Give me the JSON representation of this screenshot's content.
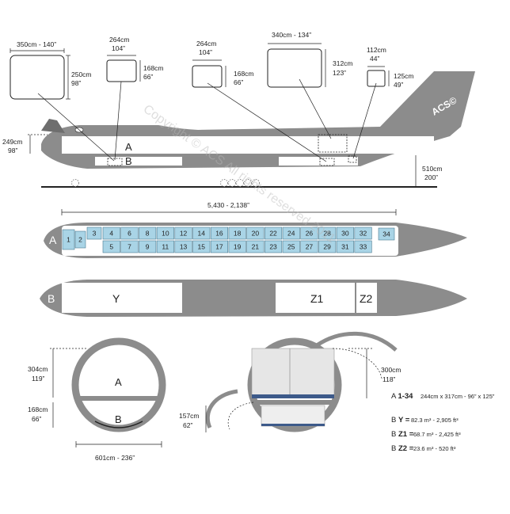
{
  "colors": {
    "fuselage": "#8c8c8c",
    "fuselage_dark": "#6e6e6e",
    "pallet": "#a9d4e6",
    "pallet_stroke": "#4a7a90",
    "line": "#222222",
    "floor": "#3d5a8a",
    "watermark": "#b8b8b8"
  },
  "watermark": "Copyright © ACS All rights reserved 2011",
  "logo": "ACS©",
  "doors": {
    "main_nose": {
      "dim_w": "350cm - 140”",
      "dim_h1": "250cm",
      "dim_h2": "98”"
    },
    "lower_fwd": {
      "dim_w1": "264cm",
      "dim_w2": "104”",
      "dim_h1": "168cm",
      "dim_h2": "66”"
    },
    "lower_aft": {
      "dim_w1": "264cm",
      "dim_w2": "104”",
      "dim_h1": "168cm",
      "dim_h2": "66”"
    },
    "side_cargo": {
      "dim_w": "340cm - 134”",
      "dim_h1": "312cm",
      "dim_h2": "123”"
    },
    "bulk": {
      "dim_w1": "112cm",
      "dim_w2": "44”",
      "dim_h1": "125cm",
      "dim_h2": "49”"
    }
  },
  "side_view": {
    "nose_sill_1": "249cm",
    "nose_sill_2": "98”",
    "deck_a": "A",
    "deck_b": "B",
    "height_1": "510cm",
    "height_2": "200”"
  },
  "main_deck": {
    "deck_label": "A",
    "length": "5,430 - 2,138”",
    "top_row": [
      "1",
      "2",
      "3",
      "4",
      "6",
      "8",
      "10",
      "12",
      "14",
      "16",
      "18",
      "20",
      "22",
      "24",
      "26",
      "28",
      "30",
      "32",
      "34"
    ],
    "bottom_row": [
      "5",
      "7",
      "9",
      "11",
      "13",
      "15",
      "17",
      "19",
      "21",
      "23",
      "25",
      "27",
      "29",
      "31",
      "33"
    ]
  },
  "lower_deck": {
    "deck_label": "B",
    "compartments": [
      "Y",
      "Z1",
      "Z2"
    ]
  },
  "cross_section_left": {
    "label_a": "A",
    "label_b": "B",
    "upper_h1": "304cm",
    "upper_h2": "119”",
    "lower_h1": "168cm",
    "lower_h2": "66”",
    "width": "601cm - 236”"
  },
  "cross_section_right": {
    "door_h1": "300cm",
    "door_h2": "118”",
    "lower_h1": "157cm",
    "lower_h2": "62”"
  },
  "legend": [
    {
      "deck": "A",
      "code": "1-34",
      "value": "244cm x 317cm - 96” x 125”"
    },
    {
      "deck": "B",
      "code": "Y =",
      "value": "82.3 m³ - 2,905 ft³"
    },
    {
      "deck": "B",
      "code": "Z1 =",
      "value": "68.7 m³ - 2,425 ft³"
    },
    {
      "deck": "B",
      "code": "Z2 =",
      "value": "23.6 m³ - 520 ft³"
    }
  ]
}
